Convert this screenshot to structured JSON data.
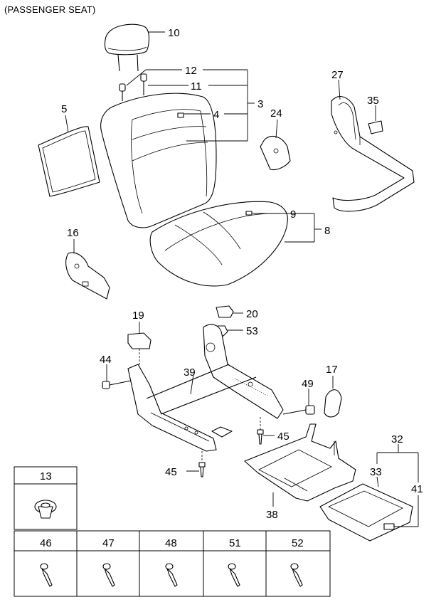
{
  "title": "(PASSENGER SEAT)",
  "labels": {
    "p3": "3",
    "p4": "4",
    "p5": "5",
    "p8": "8",
    "p9": "9",
    "p10": "10",
    "p11": "11",
    "p12": "12",
    "p16": "16",
    "p17": "17",
    "p19": "19",
    "p20": "20",
    "p24": "24",
    "p27": "27",
    "p32": "32",
    "p33": "33",
    "p35": "35",
    "p38": "38",
    "p39": "39",
    "p41": "41",
    "p44": "44",
    "p45a": "45",
    "p45b": "45",
    "p49": "49",
    "p53": "53"
  },
  "table": {
    "top": "13",
    "bottom": [
      "46",
      "47",
      "48",
      "51",
      "52"
    ]
  }
}
